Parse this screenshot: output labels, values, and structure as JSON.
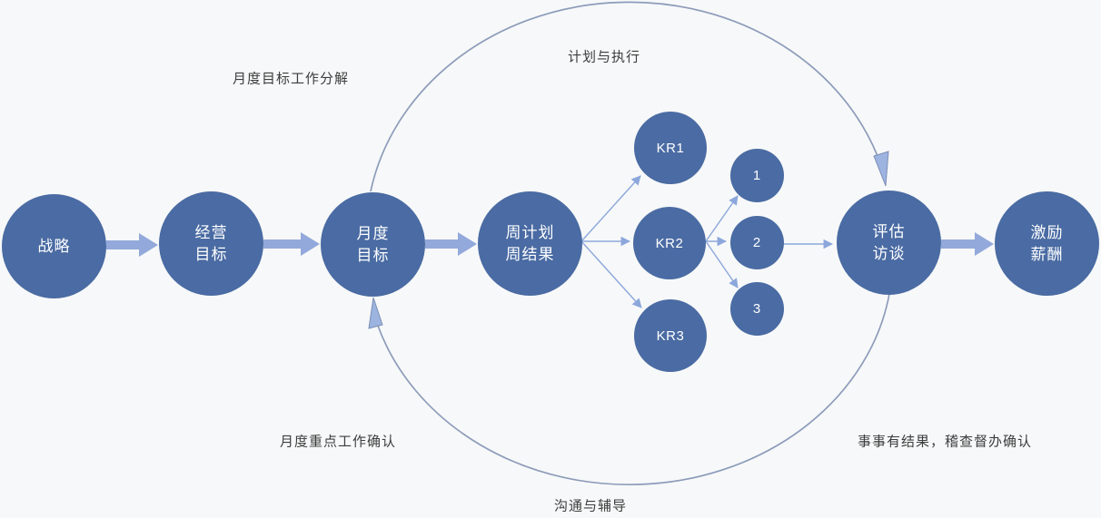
{
  "diagram": {
    "nodes": {
      "strategy": "战略",
      "business_goal": "经营\n目标",
      "monthly_goal": "月度\n目标",
      "weekly_plan_result": "周计划\n周结果",
      "kr1": "KR1",
      "kr2": "KR2",
      "kr3": "KR3",
      "task1": "1",
      "task2": "2",
      "task3": "3",
      "evaluation_interview": "评估\n访谈",
      "incentive_pay": "激励\n薪酬"
    },
    "annotations": {
      "top_left": "月度目标工作分解",
      "top_center": "计划与执行",
      "bottom_left": "月度重点工作确认",
      "bottom_center": "沟通与辅导",
      "bottom_right": "事事有结果，稽查督办确认"
    },
    "colors": {
      "background": "#f7f8f9",
      "node_fill": "#4a6ba3",
      "node_text": "#ffffff",
      "thick_arrow": "#93a9db",
      "thin_arrow": "#8ca7db",
      "loop_stroke": "#8d9cba",
      "loop_arrowhead_fill": "#9db3e0",
      "loop_arrowhead_stroke": "#7c90b6",
      "annotation_text": "#3d3d3d"
    }
  }
}
